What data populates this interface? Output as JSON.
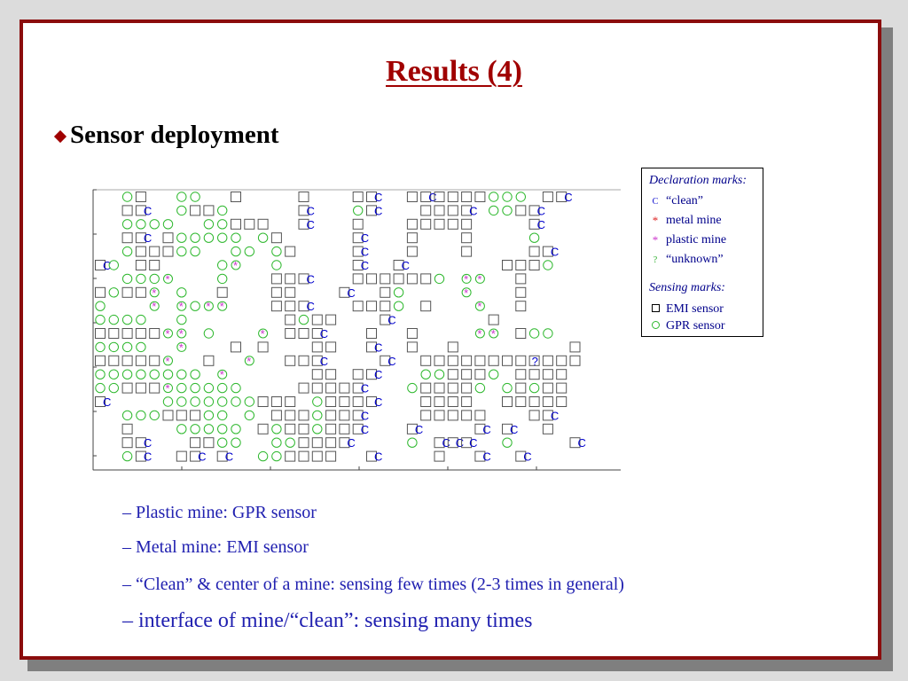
{
  "slide": {
    "title": "Results (4)",
    "bullet": "Sensor deployment",
    "sub_bullets": [
      "– Plastic mine: GPR sensor",
      "– Metal mine: EMI sensor",
      "– “Clean” & center of a mine: sensing few times (2-3 times in general)",
      "– interface of mine/“clean”: sensing many times"
    ]
  },
  "legend": {
    "declaration_header": "Declaration marks:",
    "clean": "“clean”",
    "metal": "metal mine",
    "plastic": "plastic mine",
    "unknown": "“unknown”",
    "sensing_header": "Sensing marks:",
    "emi": "EMI sensor",
    "gpr": "GPR sensor",
    "clean_symbol": "C",
    "unknown_symbol": "?",
    "mine_symbol": "*"
  },
  "colors": {
    "title": "#a00000",
    "frame": "#8b0d0d",
    "body_text": "#2020b0",
    "gpr": "#2eb82e",
    "emi": "#555555",
    "clean": "#0000cc",
    "metal": "#dd2222",
    "plastic": "#cc33cc",
    "unknown": "#22aa22"
  },
  "map": {
    "cols": 36,
    "rows": 20,
    "grid": [
      "..OS..OO..S....S...SC..SCSSSSOOO.SC.",
      "..SC..OSSO.....C...OC...SSSC.OOSC...",
      "..OOOO..OOSSS..C...S...SSSSS....C...",
      "..SC.SOOOOO.OS.....C...S...S....O...",
      "..OSSSOO..OO.OS....C...S...S....SC..",
      "CO.SS....Ox..O.....C..C.......SSSO..",
      "..OOOx...O...SSC...SSSSSSO.xx..S....",
      "SOSSx.O..S...SS...C..SO....x...S....",
      "O...x.xOxx...SSC...SSSO.S...x..S....",
      "OOOO..O.......SOSS...C.......S......",
      "SSSSSxx.O...x.SSC...S..S....xx.SOO..",
      "OOOO..x...S.S...SS..C..S..S........S",
      "SSSSSx..S..x..SSC....C..SSSSSSSSUSSS",
      "OOOOOOOO.x......SS.SC...OOSSSO.SSSS.",
      "OOSSSxOOOOO....SSSSC...OSSSSO.OSOSS.",
      "C....OOOOOOOSSS.OSSSC...SSSS..SSSSS.",
      "..OOOSSSOO.O.SSSOSSC....SSSSS...SC..",
      "..S...OOOOO.SOSSOSSC...C....C.C..S..",
      "..SC...SSOO..OOSSSC....O.CCC..O....C",
      "..OC..SC.C..OOSSSS..C....S..C..C...."
    ]
  }
}
